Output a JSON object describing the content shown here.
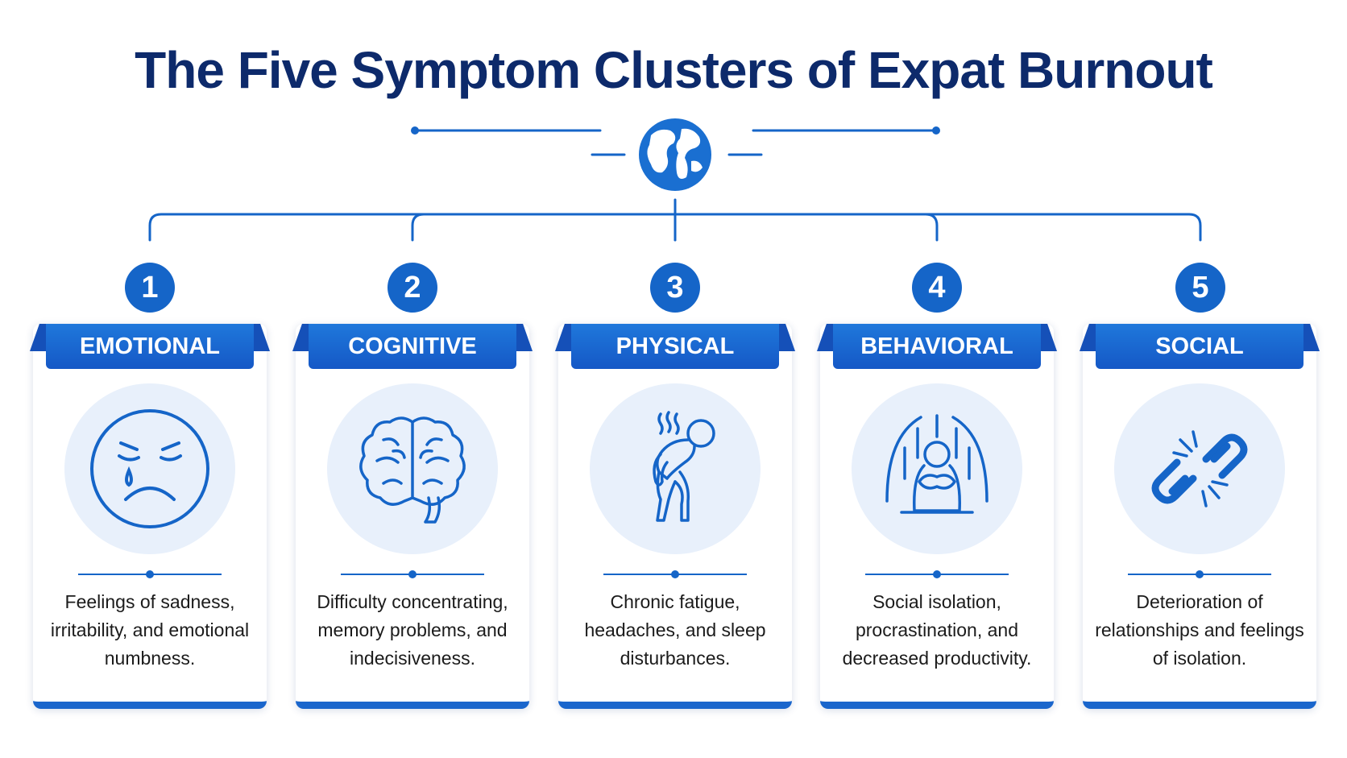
{
  "title": "The Five Symptom Clusters of Expat Burnout",
  "colors": {
    "primary": "#1565c8",
    "title": "#0d2a6b",
    "icon_bg": "#e8f0fb",
    "text": "#1b1b1b"
  },
  "header_icon": "globe-icon",
  "clusters": [
    {
      "number": "1",
      "label": "EMOTIONAL",
      "icon": "sad-face-icon",
      "description": "Feelings of sadness, irritability, and emotional numbness."
    },
    {
      "number": "2",
      "label": "COGNITIVE",
      "icon": "brain-icon",
      "description": "Difficulty concentrating, memory problems, and indecisiveness."
    },
    {
      "number": "3",
      "label": "PHYSICAL",
      "icon": "tired-person-icon",
      "description": "Chronic fatigue, headaches, and sleep disturbances."
    },
    {
      "number": "4",
      "label": "BEHAVIORAL",
      "icon": "isolated-person-icon",
      "description": "Social isolation, procrastination, and decreased productivity."
    },
    {
      "number": "5",
      "label": "SOCIAL",
      "icon": "broken-link-icon",
      "description": "Deterioration of relationships and feelings of isolation."
    }
  ]
}
